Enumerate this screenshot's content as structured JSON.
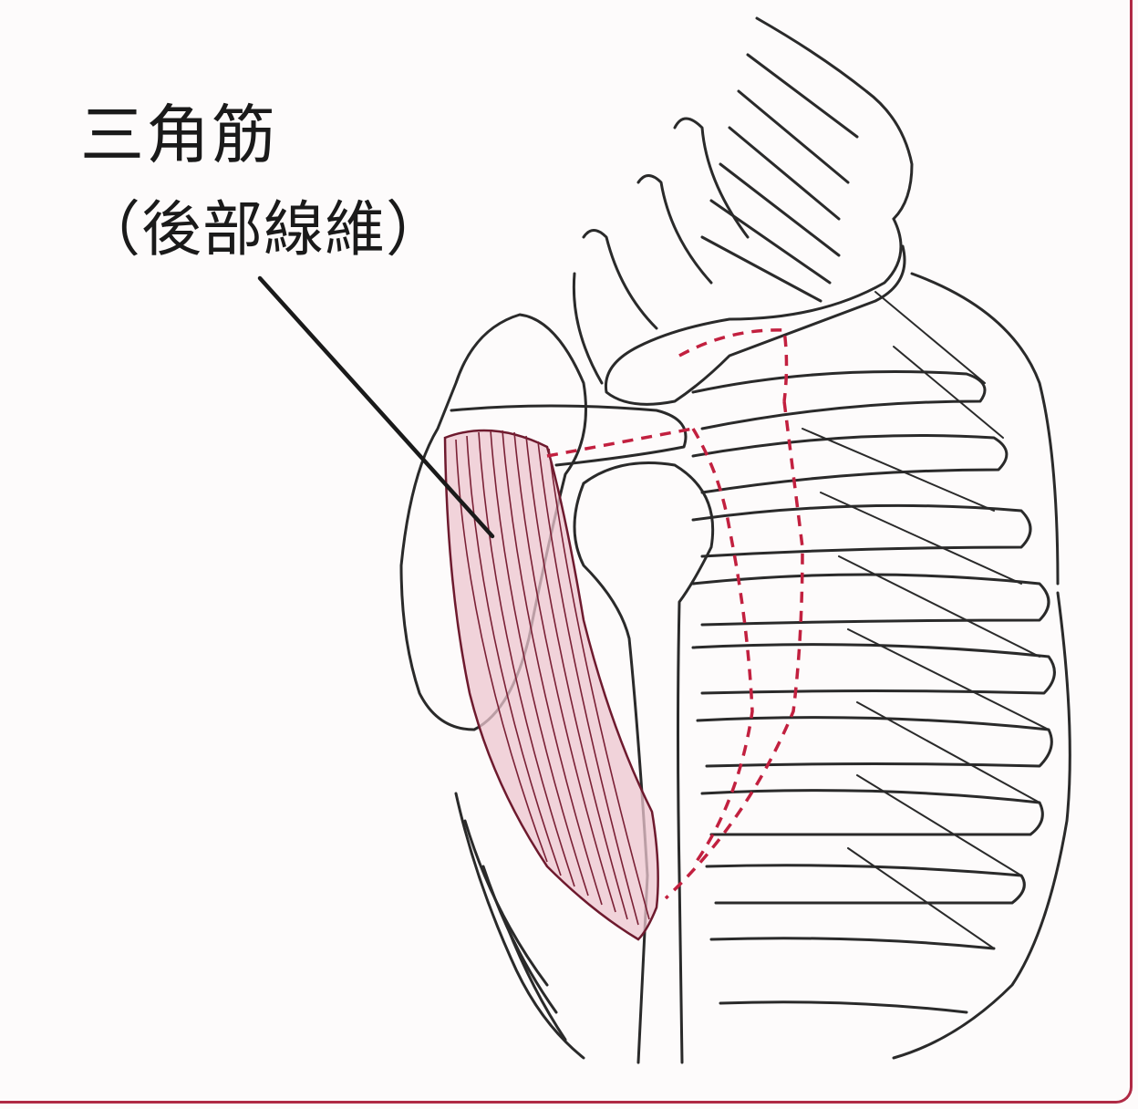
{
  "diagram": {
    "title": "三角筋",
    "subtitle": "（後部線維）"
  },
  "colors": {
    "line": "#2a2a2a",
    "muscle_fill": "#ecc6cf",
    "muscle_fiber": "#7a2035",
    "dashed": "#c2203f",
    "frame": "#b02a45"
  },
  "icons": [
    "rib-cage-illustration",
    "scapula-illustration",
    "deltoid-muscle-highlight",
    "leader-line"
  ]
}
